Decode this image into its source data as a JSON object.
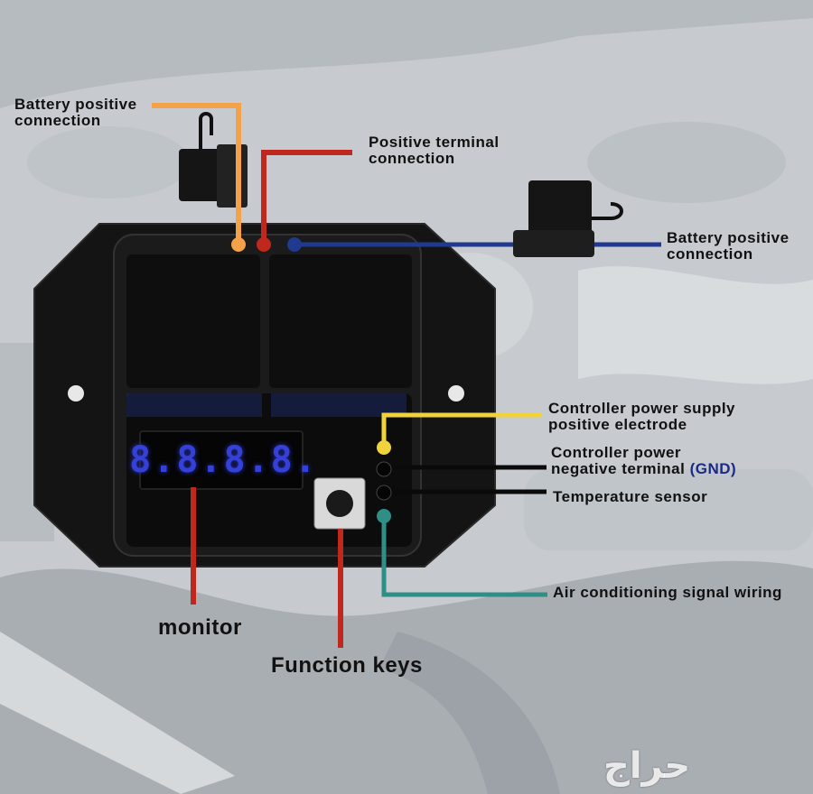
{
  "labels": {
    "battery_positive_left": [
      "Battery positive",
      "connection"
    ],
    "positive_terminal": [
      "Positive terminal",
      "connection"
    ],
    "battery_positive_right": [
      "Battery positive",
      "connection"
    ],
    "controller_power_supply": [
      "Controller power supply",
      "positive electrode"
    ],
    "controller_power_negative": [
      "Controller power",
      "negative terminal"
    ],
    "gnd": "(GND)",
    "temperature_sensor": "Temperature sensor",
    "ac_signal": "Air conditioning signal wiring",
    "monitor": "monitor",
    "function_keys": "Function keys"
  },
  "display_digits": "8.8.8.8.",
  "watermark": "حراج",
  "colors": {
    "orange": "#f3a24a",
    "red": "#c0281e",
    "blue": "#1f3a8f",
    "yellow": "#f0d23a",
    "black": "#0a0a0a",
    "teal": "#2f8f86",
    "display_blue": "#3540d8"
  }
}
